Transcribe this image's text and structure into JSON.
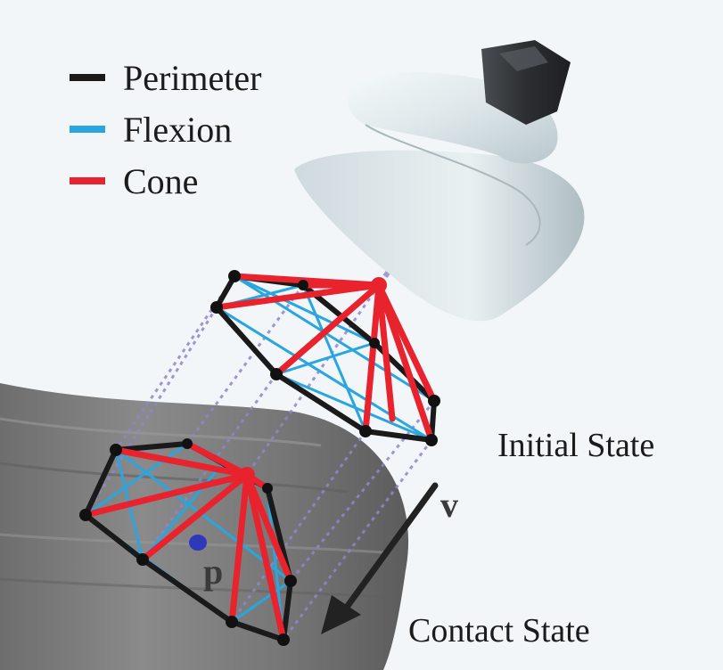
{
  "legend": {
    "items": [
      {
        "label": "Perimeter",
        "color": "#1a1a1a"
      },
      {
        "label": "Flexion",
        "color": "#29a6e0"
      },
      {
        "label": "Cone",
        "color": "#e8232e"
      }
    ]
  },
  "labels": {
    "initial_state": "Initial State",
    "contact_state": "Contact State",
    "velocity": "v",
    "contact_point": "p"
  },
  "colors": {
    "background": "#f3f6f8",
    "object_surface": "#7a7a7a",
    "suction_cup": "#dfe8eb",
    "fitting": "#3a3d40",
    "projection_lines": "#8f86cc",
    "contact_point": "#2d39b8"
  },
  "icons": {
    "suction_cup": "suction-cup-icon",
    "velocity_arrow": "arrow-down-left-icon"
  }
}
